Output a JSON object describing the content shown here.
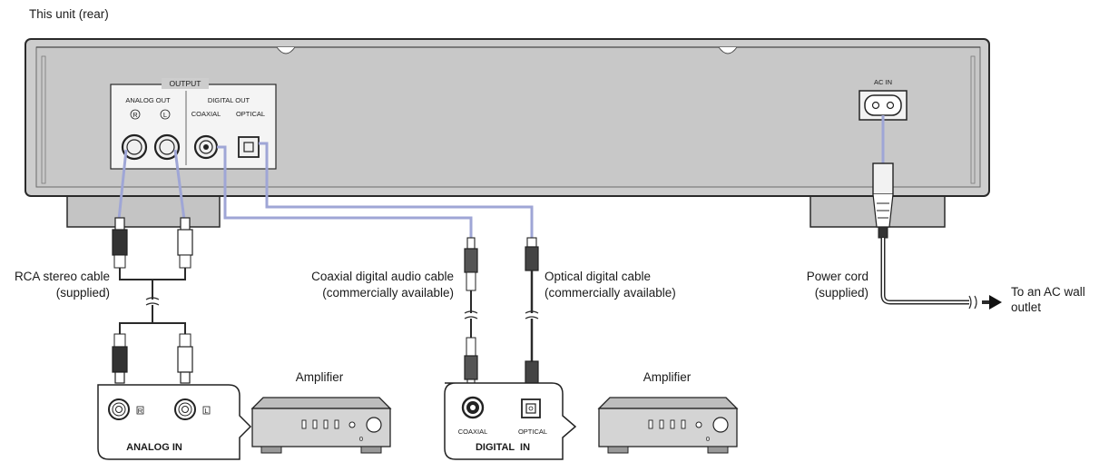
{
  "title": "This unit (rear)",
  "unit_panel": {
    "output_label": "OUTPUT",
    "analog_out_label": "ANALOG OUT",
    "right_label": "R",
    "left_label": "L",
    "digital_out_label": "DIGITAL OUT",
    "coaxial_label": "COAXIAL",
    "optical_label": "OPTICAL",
    "ac_in_label": "AC IN"
  },
  "cables": {
    "rca": {
      "line1": "RCA stereo cable",
      "line2": "(supplied)"
    },
    "coaxial": {
      "line1": "Coaxial digital audio cable",
      "line2": "(commercially available)"
    },
    "optical": {
      "line1": "Optical digital cable",
      "line2": "(commercially available)"
    },
    "power": {
      "line1": "Power cord",
      "line2": "(supplied)"
    }
  },
  "outlet": {
    "line1": "To an AC wall",
    "line2": "outlet"
  },
  "amplifier_left": {
    "title": "Amplifier",
    "panel_label": "ANALOG IN",
    "r_tag": "R",
    "l_tag": "L",
    "knob_mark": "0"
  },
  "amplifier_right": {
    "title": "Amplifier",
    "panel_label": "DIGITAL  IN",
    "coaxial_label": "COAXIAL",
    "optical_label": "OPTICAL",
    "knob_mark": "0"
  },
  "colors": {
    "unit_body": "#cdcdcd",
    "unit_outline": "#2a2a2a",
    "wire_highlight": "#9fa6d6",
    "cable": "#2a2a2a",
    "amp_body": "#d4d4d4"
  }
}
